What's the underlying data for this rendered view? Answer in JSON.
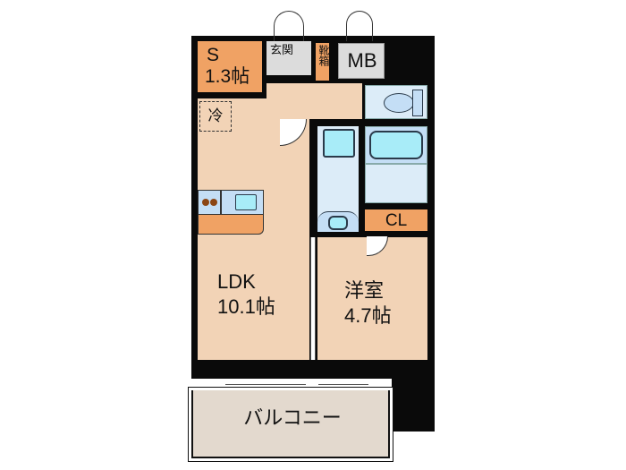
{
  "floorplan": {
    "rooms": {
      "service_room": {
        "name": "S",
        "size": "1.3帖"
      },
      "fridge": {
        "label": "冷"
      },
      "entrance": {
        "label": "玄関"
      },
      "shoe_box": {
        "label": "靴箱"
      },
      "meter_box": {
        "label": "MB"
      },
      "closet": {
        "label": "CL"
      },
      "ldk": {
        "name": "LDK",
        "size": "10.1帖"
      },
      "western_room": {
        "name": "洋室",
        "size": "4.7帖"
      },
      "balcony": {
        "label": "バルコニー"
      }
    },
    "colors": {
      "wall": "#0a0a0a",
      "floor": "#f2d3b6",
      "accent_orange": "#f0a264",
      "wet_area": "#dcecf8",
      "fixture": "#a8ecf8",
      "entrance_gray": "#dcdcdc",
      "balcony": "#e3d9ce"
    }
  }
}
